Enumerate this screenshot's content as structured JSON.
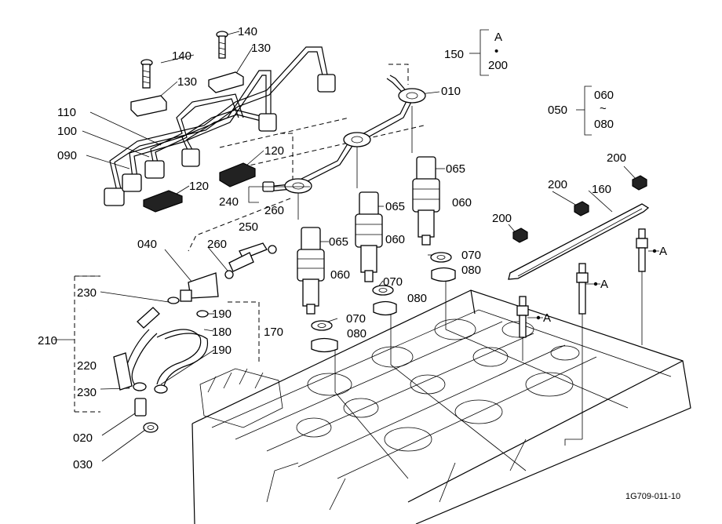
{
  "labels": {
    "p010": "010",
    "p020": "020",
    "p030": "030",
    "p040": "040",
    "p050": "050",
    "p060": "060",
    "p065": "065",
    "p070": "070",
    "p080": "080",
    "p090": "090",
    "p100": "100",
    "p110": "110",
    "p120": "120",
    "p130": "130",
    "p140": "140",
    "p150": "150",
    "p160": "160",
    "p170": "170",
    "p180": "180",
    "p190": "190",
    "p200": "200",
    "p210": "210",
    "p220": "220",
    "p230": "230",
    "p240": "240",
    "p250": "250",
    "p260": "260",
    "ref_a": "A",
    "bullet": "•",
    "tilde": "~"
  },
  "figure_id": "1G709-011-10"
}
